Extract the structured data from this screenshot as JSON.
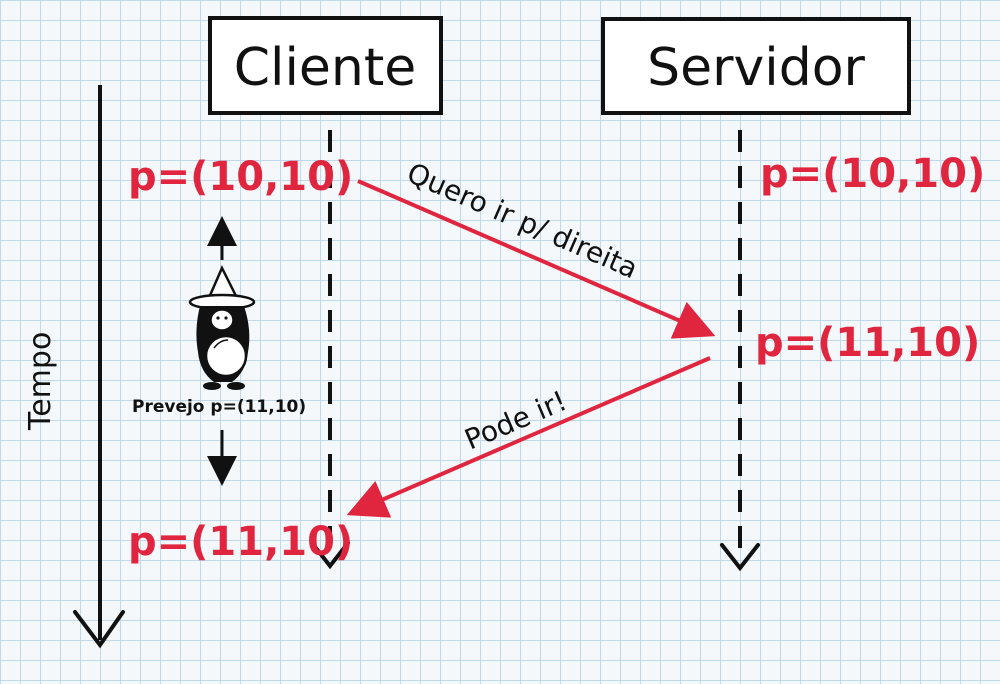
{
  "participants": {
    "client": "Cliente",
    "server": "Servidor"
  },
  "axis": {
    "time_label": "Tempo"
  },
  "client_states": {
    "initial": "p=(10,10)",
    "prediction": "Prevejo p=(11,10)",
    "final": "p=(11,10)"
  },
  "server_states": {
    "initial": "p=(10,10)",
    "updated": "p=(11,10)"
  },
  "messages": {
    "request": "Quero ir p/ direita",
    "response": "Pode ir!"
  },
  "colors": {
    "accent_red": "#e0263f",
    "ink": "#111111",
    "grid": "#bfd9ea"
  },
  "icons": {
    "predictor": "wizard-crystal-ball-icon"
  }
}
